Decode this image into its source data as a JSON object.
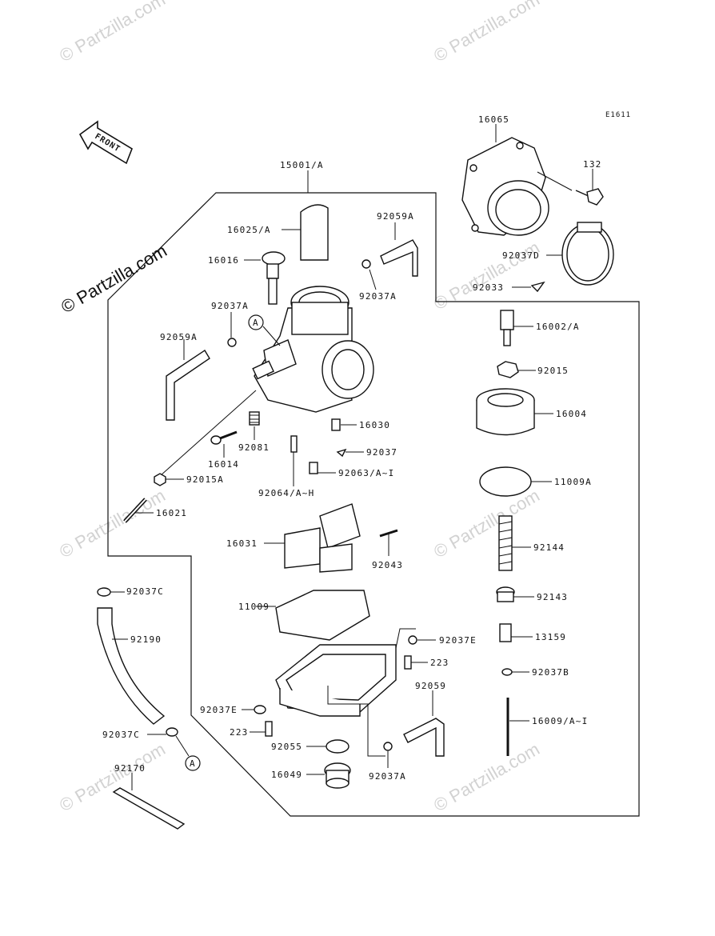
{
  "diagram_code": "E1611",
  "front_label": "FRONT",
  "watermark": "© Partzilla.com",
  "callout_ref": "A",
  "parts": {
    "p16065": "16065",
    "p132": "132",
    "p15001": "15001/A",
    "p16025": "16025/A",
    "p92059A_top": "92059A",
    "p16016": "16016",
    "p92037A_top": "92037A",
    "p92037D": "92037D",
    "p92033": "92033",
    "p92037A_left": "92037A",
    "p16002": "16002/A",
    "p92059A_left": "92059A",
    "p92015": "92015",
    "p16004": "16004",
    "p16030": "16030",
    "p92037": "92037",
    "p92081": "92081",
    "p16014": "16014",
    "p92063": "92063/A~I",
    "p92015A": "92015A",
    "p92064": "92064/A~H",
    "p11009A": "11009A",
    "p16021": "16021",
    "p16031": "16031",
    "p92144": "92144",
    "p92043": "92043",
    "p92037C_top": "92037C",
    "p92143": "92143",
    "p11009": "11009",
    "p13159": "13159",
    "p92190": "92190",
    "p92037E_right": "92037E",
    "p223_right": "223",
    "p92037B": "92037B",
    "p92059": "92059",
    "p92037E_left": "92037E",
    "p16009": "16009/A~I",
    "p223_left": "223",
    "p92037C_bot": "92037C",
    "p92055": "92055",
    "p92170": "92170",
    "p16049": "16049",
    "p92037A_bot": "92037A"
  }
}
